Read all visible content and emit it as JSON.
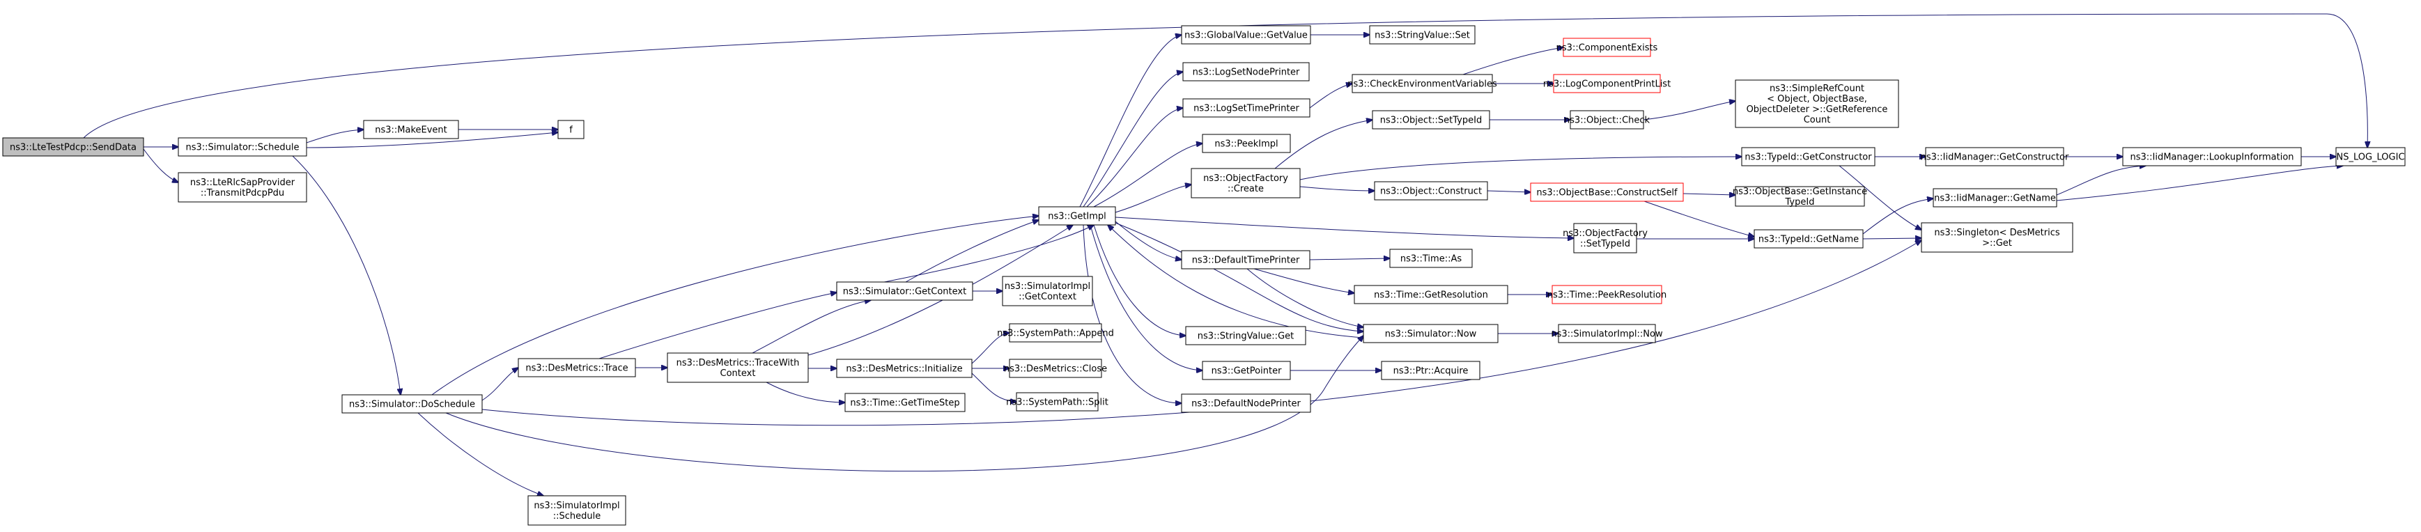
{
  "colors": {
    "edge": "#191970",
    "border": "#000000",
    "red_border": "#ff0000",
    "root_fill": "#bfbfbf"
  },
  "nodes": {
    "n0": {
      "lines": [
        "ns3::LteTestPdcp::SendData"
      ],
      "style": "root"
    },
    "n1": {
      "lines": [
        "ns3::Simulator::Schedule"
      ]
    },
    "n2": {
      "lines": [
        "ns3::LteRlcSapProvider",
        "::TransmitPdcpPdu"
      ]
    },
    "n3": {
      "lines": [
        "ns3::MakeEvent"
      ]
    },
    "n4": {
      "lines": [
        "f"
      ]
    },
    "n5": {
      "lines": [
        "ns3::Simulator::DoSchedule"
      ]
    },
    "n6": {
      "lines": [
        "ns3::DesMetrics::Trace"
      ]
    },
    "n7": {
      "lines": [
        "ns3::DesMetrics::TraceWith",
        "Context"
      ]
    },
    "n8": {
      "lines": [
        "ns3::Simulator::GetContext"
      ]
    },
    "n9": {
      "lines": [
        "ns3::DesMetrics::Initialize"
      ]
    },
    "n10": {
      "lines": [
        "ns3::Time::GetTimeStep"
      ]
    },
    "n11": {
      "lines": [
        "ns3::SimulatorImpl",
        "::Schedule"
      ]
    },
    "n12": {
      "lines": [
        "ns3::SimulatorImpl",
        "::GetContext"
      ]
    },
    "n13": {
      "lines": [
        "ns3::SystemPath::Append"
      ]
    },
    "n14": {
      "lines": [
        "ns3::DesMetrics::Close"
      ]
    },
    "n15": {
      "lines": [
        "ns3::SystemPath::Split"
      ]
    },
    "n16": {
      "lines": [
        "ns3::GetImpl"
      ]
    },
    "n17": {
      "lines": [
        "ns3::GlobalValue::GetValue"
      ]
    },
    "n18": {
      "lines": [
        "ns3::LogSetNodePrinter"
      ]
    },
    "n19": {
      "lines": [
        "ns3::LogSetTimePrinter"
      ]
    },
    "n20": {
      "lines": [
        "ns3::PeekImpl"
      ]
    },
    "n21": {
      "lines": [
        "ns3::ObjectFactory",
        "::Create"
      ]
    },
    "n22": {
      "lines": [
        "ns3::DefaultTimePrinter"
      ]
    },
    "n23": {
      "lines": [
        "ns3::StringValue::Get"
      ]
    },
    "n24": {
      "lines": [
        "ns3::GetPointer"
      ]
    },
    "n25": {
      "lines": [
        "ns3::DefaultNodePrinter"
      ]
    },
    "n26": {
      "lines": [
        "ns3::StringValue::Set"
      ]
    },
    "n27": {
      "lines": [
        "ns3::CheckEnvironmentVariables"
      ]
    },
    "n28": {
      "lines": [
        "ns3::ComponentExists"
      ],
      "style": "red"
    },
    "n29": {
      "lines": [
        "ns3::LogComponentPrintList"
      ],
      "style": "red"
    },
    "n30": {
      "lines": [
        "ns3::Object::SetTypeId"
      ]
    },
    "n31": {
      "lines": [
        "ns3::Object::Check"
      ]
    },
    "n32": {
      "lines": [
        "ns3::Object::Construct"
      ]
    },
    "n33": {
      "lines": [
        "ns3::ObjectBase::ConstructSelf"
      ],
      "style": "red"
    },
    "n34": {
      "lines": [
        "ns3::SimpleRefCount",
        "< Object, ObjectBase,",
        " ObjectDeleter >::GetReference",
        "Count"
      ]
    },
    "n35": {
      "lines": [
        "ns3::ObjectBase::GetInstance",
        "TypeId"
      ]
    },
    "n36": {
      "lines": [
        "ns3::TypeId::GetConstructor"
      ]
    },
    "n37": {
      "lines": [
        "ns3::IidManager::GetConstructor"
      ]
    },
    "n38": {
      "lines": [
        "ns3::IidManager::LookupInformation"
      ]
    },
    "n39": {
      "lines": [
        "NS_LOG_LOGIC"
      ]
    },
    "n40": {
      "lines": [
        "ns3::ObjectFactory",
        "::SetTypeId"
      ]
    },
    "n41": {
      "lines": [
        "ns3::TypeId::GetName"
      ]
    },
    "n42": {
      "lines": [
        "ns3::IidManager::GetName"
      ]
    },
    "n43": {
      "lines": [
        "ns3::Singleton< DesMetrics",
        " >::Get"
      ]
    },
    "n44": {
      "lines": [
        "ns3::Time::As"
      ]
    },
    "n45": {
      "lines": [
        "ns3::Time::GetResolution"
      ]
    },
    "n46": {
      "lines": [
        "ns3::Time::PeekResolution"
      ],
      "style": "red"
    },
    "n47": {
      "lines": [
        "ns3::Simulator::Now"
      ]
    },
    "n48": {
      "lines": [
        "ns3::SimulatorImpl::Now"
      ]
    },
    "n49": {
      "lines": [
        "ns3::Ptr::Acquire"
      ]
    }
  }
}
